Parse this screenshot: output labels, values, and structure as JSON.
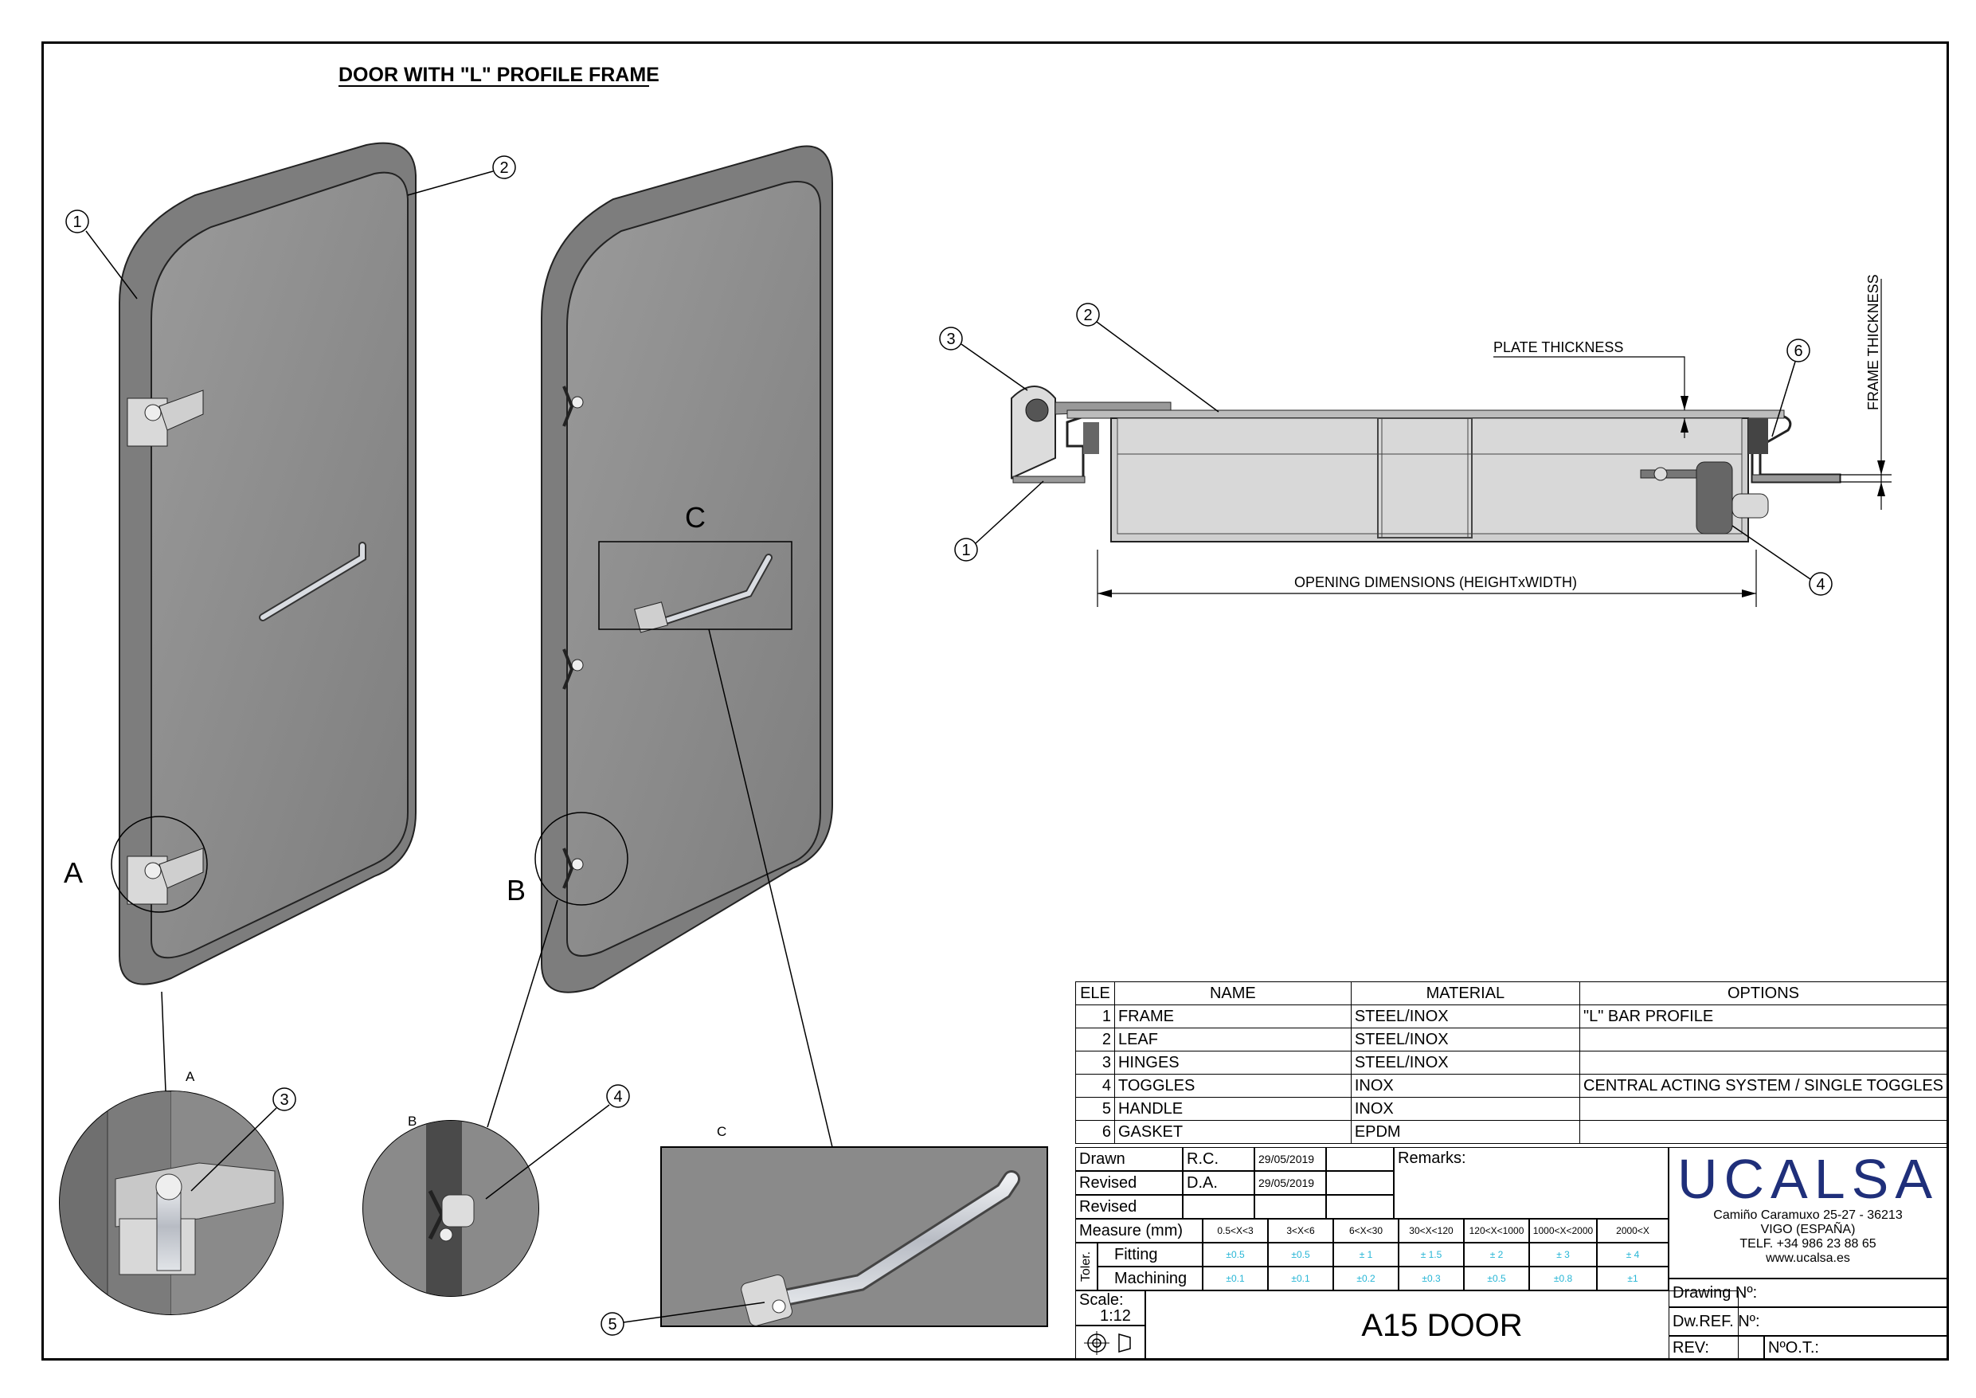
{
  "title": "DOOR WITH \"L\" PROFILE FRAME",
  "callouts": [
    "1",
    "2",
    "3",
    "4",
    "5",
    "6"
  ],
  "detail_labels": {
    "A": "A",
    "B": "B",
    "C": "C"
  },
  "section_labels": {
    "plate_thickness": "PLATE THICKNESS",
    "frame_thickness": "FRAME THICKNESS",
    "opening_dimensions": "OPENING DIMENSIONS (HEIGHTxWIDTH)"
  },
  "bom": {
    "headers": [
      "ELE",
      "NAME",
      "MATERIAL",
      "OPTIONS"
    ],
    "rows": [
      {
        "ele": "1",
        "name": "FRAME",
        "material": "STEEL/INOX",
        "options": "\"L\" BAR PROFILE"
      },
      {
        "ele": "2",
        "name": "LEAF",
        "material": "STEEL/INOX",
        "options": ""
      },
      {
        "ele": "3",
        "name": "HINGES",
        "material": "STEEL/INOX",
        "options": ""
      },
      {
        "ele": "4",
        "name": "TOGGLES",
        "material": "INOX",
        "options": "CENTRAL ACTING SYSTEM / SINGLE TOGGLES"
      },
      {
        "ele": "5",
        "name": "HANDLE",
        "material": "INOX",
        "options": ""
      },
      {
        "ele": "6",
        "name": "GASKET",
        "material": "EPDM",
        "options": ""
      }
    ]
  },
  "title_block": {
    "drawn_label": "Drawn",
    "drawn_by": "R.C.",
    "drawn_date": "29/05/2019",
    "revised_label": "Revised",
    "revised_by": "D.A.",
    "revised_date": "29/05/2019",
    "revised2_label": "Revised",
    "remarks_label": "Remarks:",
    "measure_label": "Measure (mm)",
    "tol_label": "Toler.",
    "ranges": [
      "0.5<X<3",
      "3<X<6",
      "6<X<30",
      "30<X<120",
      "120<X<1000",
      "1000<X<2000",
      "2000<X"
    ],
    "fitting_label": "Fitting",
    "fitting": [
      "±0.5",
      "±0.5",
      "± 1",
      "± 1.5",
      "± 2",
      "± 3",
      "± 4"
    ],
    "machining_label": "Machining",
    "machining": [
      "±0.1",
      "±0.1",
      "±0.2",
      "±0.3",
      "±0.5",
      "±0.8",
      "±1"
    ],
    "scale_label": "Scale:",
    "scale_value": "1:12",
    "drawing_title": "A15 DOOR",
    "drawing_no_label": "Drawing Nº:",
    "dw_ref_label": "Dw.REF. Nº:",
    "rev_label": "REV:",
    "ot_label": "NºO.T.:"
  },
  "company": {
    "logo": "UCALSA",
    "address": "Camiño Caramuxo 25-27 - 36213",
    "city": "VIGO (ESPAÑA)",
    "phone": "TELF. +34 986 23 88 65",
    "web": "www.ucalsa.es",
    "logo_color": "#1f2f7a"
  },
  "colors": {
    "door": "#8a8a8a",
    "door_dark": "#6f6f6f",
    "frame": "#9a9a9a",
    "metal": "#c9ccd2"
  }
}
